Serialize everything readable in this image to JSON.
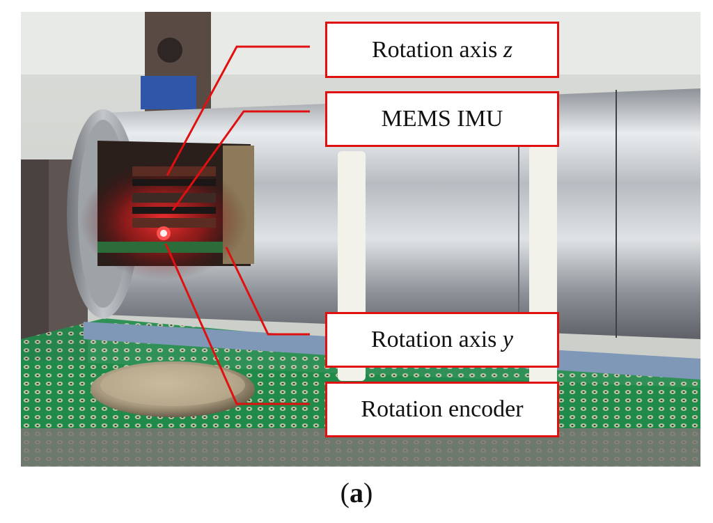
{
  "photo": {
    "subject": "rotary MEMS IMU prototype"
  },
  "callouts": {
    "rotation_axis_z": {
      "prefix": "Rotation axis ",
      "axis": "z"
    },
    "mems_imu": {
      "label": "MEMS IMU"
    },
    "rotation_axis_y": {
      "prefix": "Rotation axis ",
      "axis": "y"
    },
    "rotation_encoder": {
      "label": "Rotation encoder"
    }
  },
  "caption": {
    "open": "(",
    "letter": "a",
    "close": ")"
  },
  "colors": {
    "callout_border": "#e01010",
    "leader_line": "#e01010",
    "pcb_green": "#1e8a4a"
  }
}
